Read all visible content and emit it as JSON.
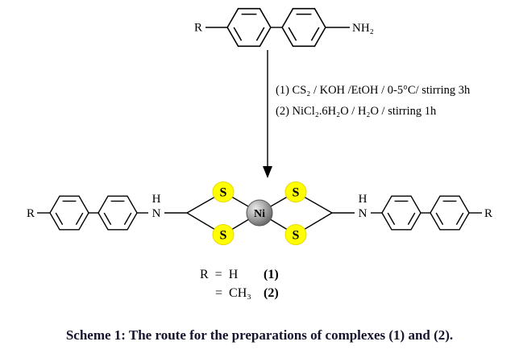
{
  "scheme": {
    "top_molecule": {
      "r_label": "R",
      "amine_label": "NH₂"
    },
    "conditions": {
      "line1": "(1) CS₂ / KOH /EtOH / 0-5°C/ stirring 3h",
      "line2": "(2) NiCl₂.6H₂O / H₂O / stirring 1h"
    },
    "complex": {
      "r_left": "R",
      "r_right": "R",
      "nh_left": {
        "n": "N",
        "h": "H"
      },
      "nh_right": {
        "n": "N",
        "h": "H"
      },
      "s_labels": {
        "top_left": "S",
        "bottom_left": "S",
        "top_right": "S",
        "bottom_right": "S"
      },
      "metal_label": "Ni",
      "highlight_color": "#FFFF00",
      "metal_fill": "#999999"
    },
    "legend": {
      "row1_text": "R  =  H",
      "row1_num": "(1)",
      "row2_text": "=  CH₃",
      "row2_num": "(2)"
    }
  },
  "caption": "Scheme 1: The route for the preparations of complexes (1) and (2)."
}
